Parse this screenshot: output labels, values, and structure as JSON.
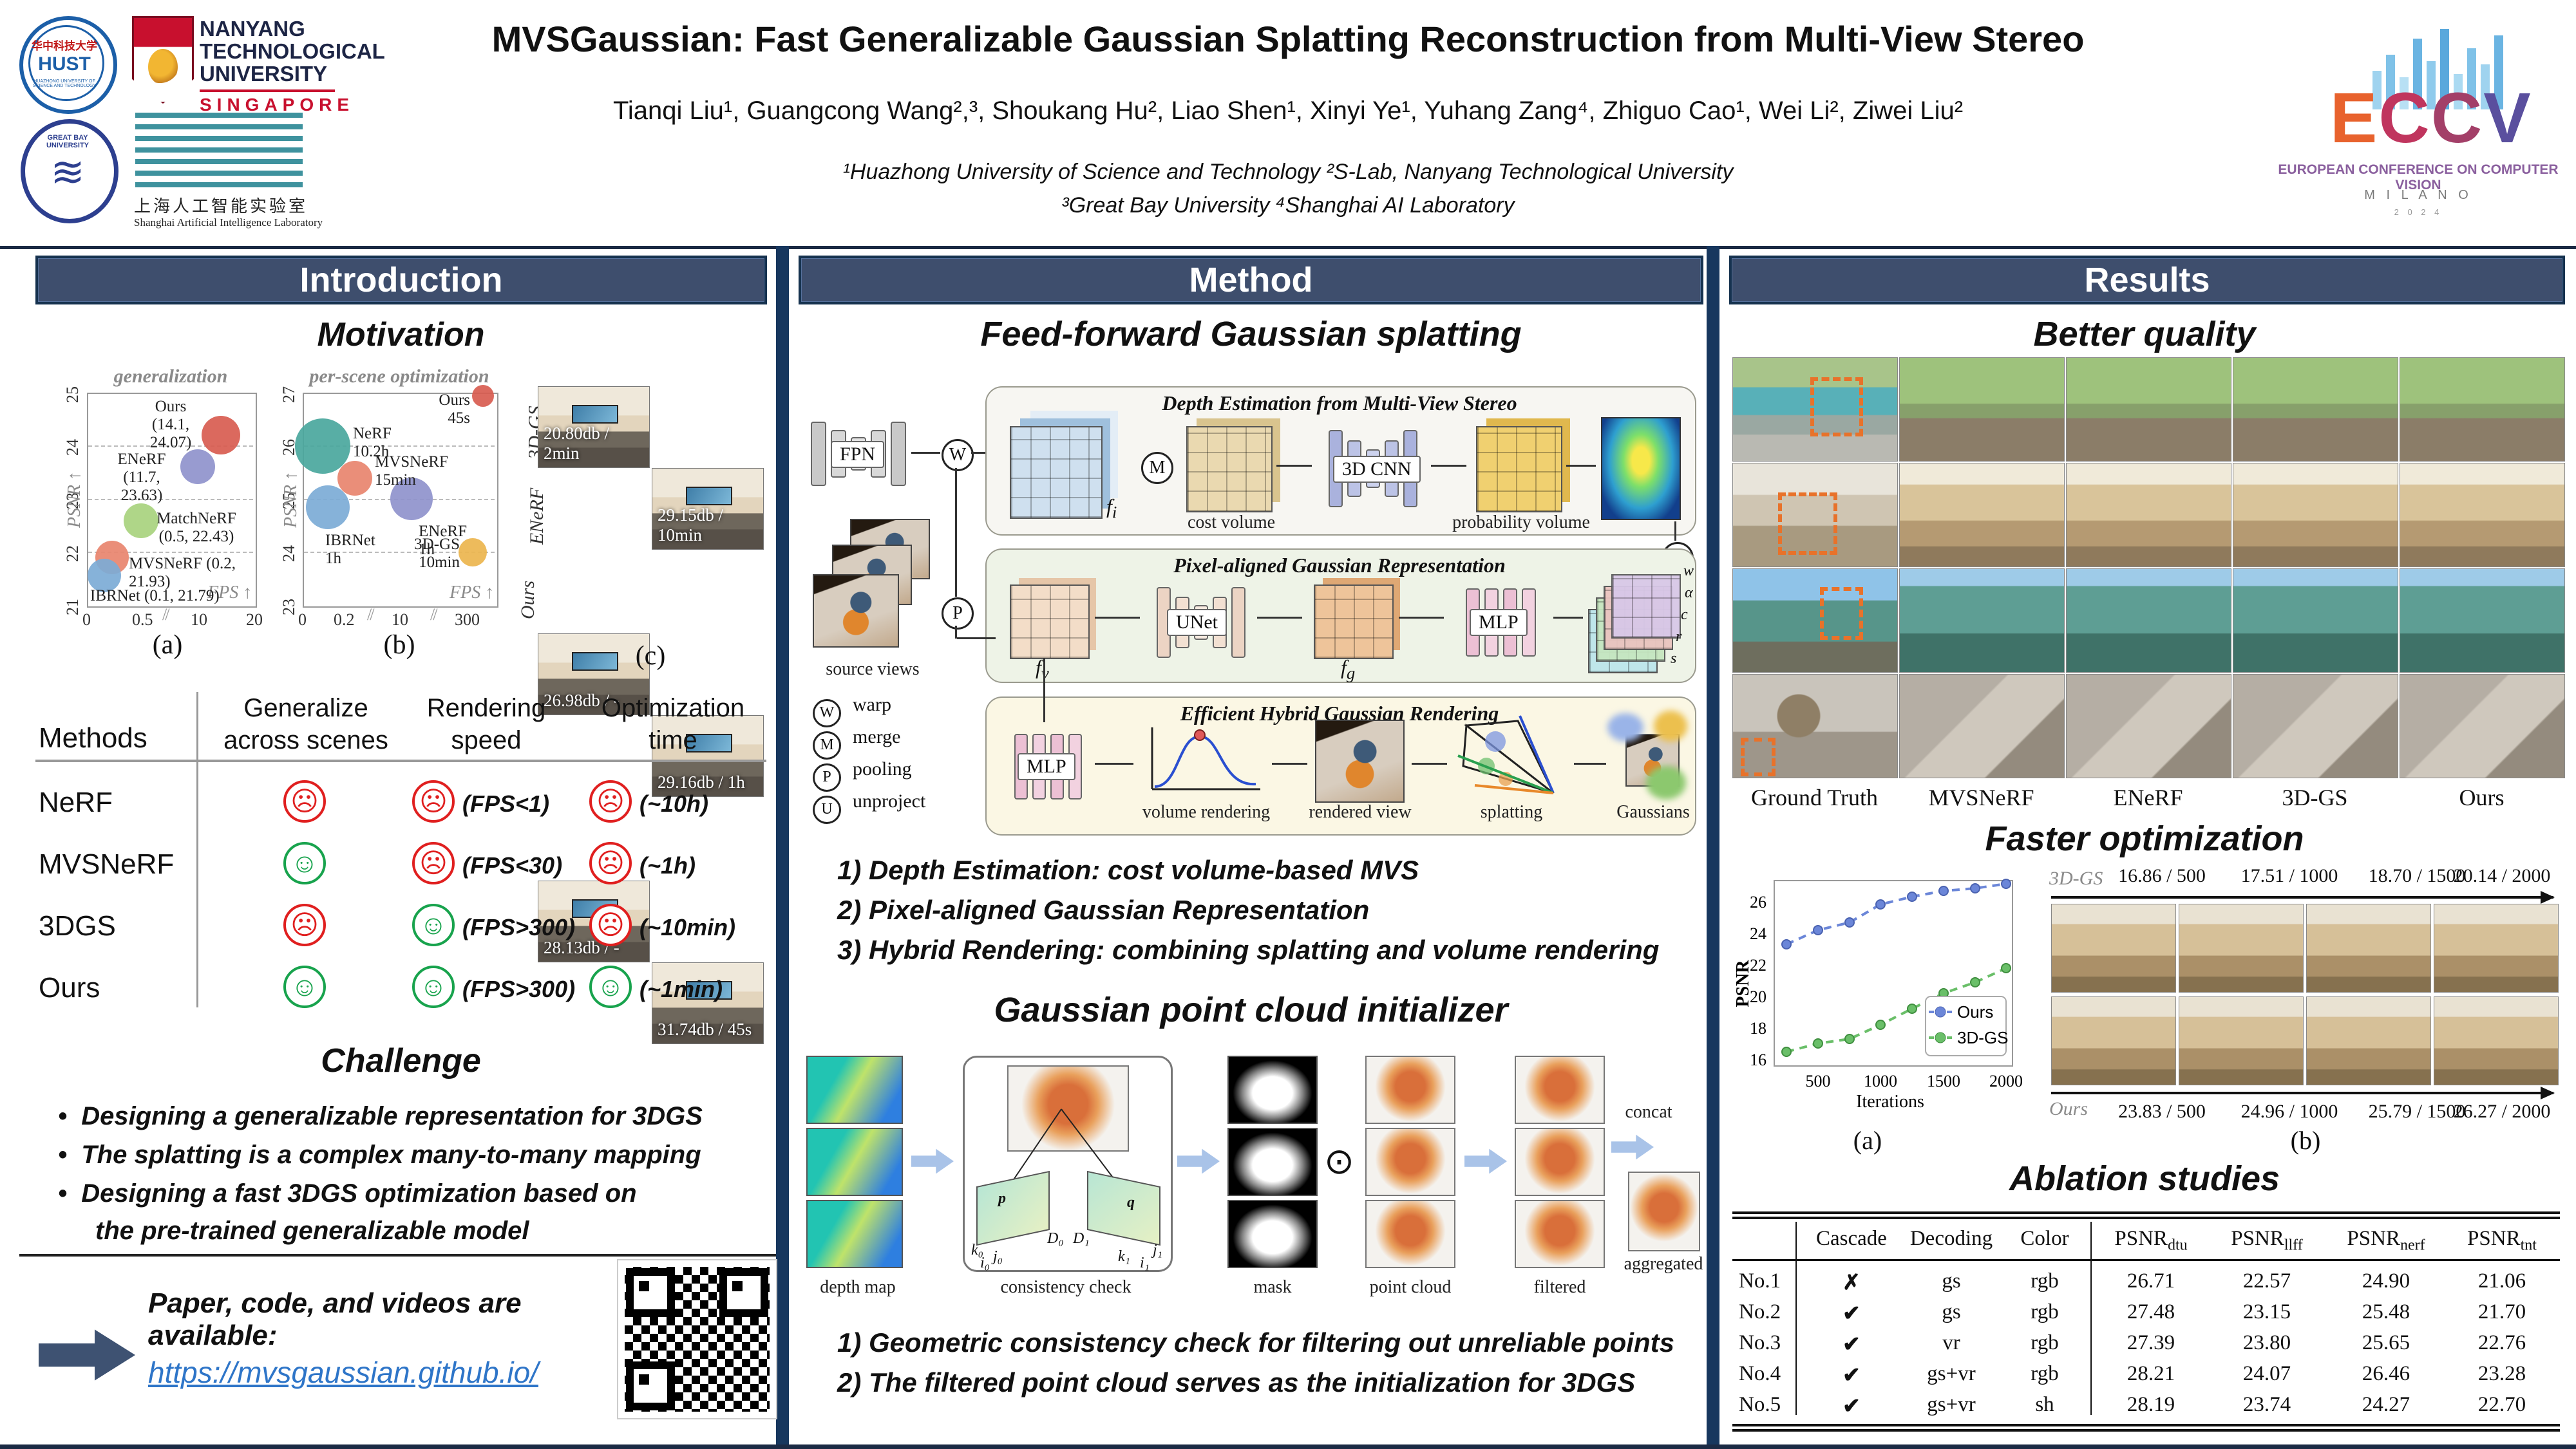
{
  "header": {
    "title": "MVSGaussian: Fast Generalizable Gaussian Splatting Reconstruction from Multi-View Stereo",
    "authors": "Tianqi Liu¹, Guangcong Wang²,³, Shoukang Hu², Liao Shen¹, Xinyi Ye¹, Yuhang Zang⁴, Zhiguo Cao¹, Wei Li², Ziwei Liu²",
    "affiliations_1": "¹Huazhong University of Science and Technology  ²S-Lab, Nanyang Technological University",
    "affiliations_2": "³Great Bay University  ⁴Shanghai AI Laboratory",
    "logos": {
      "hust_cn": "华中科技大学",
      "hust_ring": "HUAZHONG UNIVERSITY OF SCIENCE AND TECHNOLOGY",
      "ntu_1": "NANYANG",
      "ntu_2": "TECHNOLOGICAL",
      "ntu_3": "UNIVERSITY",
      "ntu_sub": "SINGAPORE",
      "gbu_ring": "GREAT BAY UNIVERSITY",
      "sail_cn": "上海人工智能实验室",
      "sail_en": "Shanghai Artificial Intelligence Laboratory",
      "eccv": "ECCV",
      "eccv_sub": "EUROPEAN CONFERENCE ON COMPUTER VISION",
      "eccv_city": "M I L A N O",
      "eccv_year": "2 0 2 4"
    }
  },
  "section_titles": {
    "intro": "Introduction",
    "method": "Method",
    "results": "Results"
  },
  "icons": {
    "sad_face": "☹",
    "happy_face": "☺",
    "dot_product": "⊙",
    "bullet": "•",
    "break": "//"
  },
  "intro": {
    "motivation_title": "Motivation",
    "captions": {
      "a": "(a)",
      "b": "(b)",
      "c": "(c)"
    },
    "panel_c": {
      "row_labels": [
        "3D-GS",
        "ENeRF",
        "Ours"
      ],
      "cells": [
        [
          "20.80db / 2min",
          "29.15db / 10min"
        ],
        [
          "26.98db / -",
          "29.16db / 1h"
        ],
        [
          "28.13db / -",
          "31.74db / 45s"
        ]
      ]
    },
    "table": {
      "col_methods": "Methods",
      "col2a": "Generalize",
      "col2b": "across scenes",
      "col3a": "Rendering",
      "col3b": "speed",
      "col4a": "Optimization",
      "col4b": "time",
      "rows": [
        {
          "method": "NeRF",
          "speed_note": "(FPS<1)",
          "opt_note": "(~10h)"
        },
        {
          "method": "MVSNeRF",
          "speed_note": "(FPS<30)",
          "opt_note": "(~1h)"
        },
        {
          "method": "3DGS",
          "speed_note": "(FPS>300)",
          "opt_note": "(~10min)"
        },
        {
          "method": "Ours",
          "speed_note": "(FPS>300)",
          "opt_note": "(~1min)"
        }
      ]
    },
    "challenge_title": "Challenge",
    "challenge_bullets": [
      "Designing a generalizable representation for 3DGS",
      "The splatting is a complex many-to-many mapping",
      "Designing a fast 3DGS optimization based on"
    ],
    "challenge_cont": "the pre-trained generalizable model",
    "footer": {
      "text": "Paper, code, and videos are available:",
      "link": "https://mvsgaussian.github.io/"
    }
  },
  "method": {
    "ff_title": "Feed-forward Gaussian splatting",
    "fpn": "FPN",
    "source_views": "source views",
    "legend": [
      {
        "sym": "W",
        "label": "warp"
      },
      {
        "sym": "M",
        "label": "merge"
      },
      {
        "sym": "P",
        "label": "pooling"
      },
      {
        "sym": "U",
        "label": "unproject"
      }
    ],
    "ops": {
      "w": "W",
      "m": "M",
      "p": "P",
      "u": "U"
    },
    "box1": {
      "title": "Depth Estimation from Multi-View Stereo",
      "fi": "f",
      "fi_sub": "i",
      "cost": "cost volume",
      "cnn": "3D CNN",
      "prob": "probability volume"
    },
    "box2": {
      "title": "Pixel-aligned Gaussian Representation",
      "fv": "f",
      "fv_sub": "v",
      "unet": "UNet",
      "fg": "f",
      "fg_sub": "g",
      "mlp": "MLP",
      "out_labels": [
        "w",
        "α",
        "c",
        "r",
        "s"
      ]
    },
    "box3": {
      "title": "Efficient Hybrid Gaussian Rendering",
      "mlp": "MLP",
      "vr": "volume rendering",
      "rv": "rendered view",
      "sp": "splatting",
      "ga": "Gaussians"
    },
    "steps": [
      "1) Depth Estimation: cost volume-based MVS",
      "2) Pixel-aligned Gaussian Representation",
      "3) Hybrid Rendering: combining splatting and volume rendering"
    ],
    "init_title": "Gaussian point cloud initializer",
    "flow_labels": [
      "depth map",
      "consistency check",
      "mask",
      "point cloud",
      "filtered"
    ],
    "concat": "concat",
    "aggregated": "aggregated",
    "cc": {
      "p": "p",
      "q": "q",
      "d0": "D₀",
      "d1": "D₁",
      "k0": "k₀",
      "j0": "j₀",
      "i0": "i₀",
      "k1": "k₁",
      "j1": "j₁",
      "i1": "i₁"
    },
    "init_steps": [
      "1) Geometric consistency check for filtering out unreliable points",
      "2) The filtered point cloud serves as the initialization for 3DGS"
    ]
  },
  "results": {
    "better_title": "Better quality",
    "better_labels": [
      "Ground Truth",
      "MVSNeRF",
      "ENeRF",
      "3D-GS",
      "Ours"
    ],
    "faster_title": "Faster optimization",
    "faster": {
      "top_label": "3D-GS",
      "top_values": [
        "16.86 / 500",
        "17.51 / 1000",
        "18.70 / 1500",
        "20.14 / 2000"
      ],
      "bottom_label": "Ours",
      "bottom_values": [
        "23.83 / 500",
        "24.96 / 1000",
        "25.79 / 1500",
        "26.27 / 2000"
      ],
      "legend_ours": "Ours",
      "legend_3dgs": "3D-GS",
      "ylabel": "PSNR",
      "xlabel": "Iterations",
      "yticks": [
        "26",
        "24",
        "22",
        "20",
        "18",
        "16"
      ],
      "xticks": [
        "500",
        "1000",
        "1500",
        "2000"
      ],
      "cap_a": "(a)",
      "cap_b": "(b)"
    },
    "ablation_title": "Ablation studies",
    "ablation": {
      "headers": [
        "Cascade",
        "Decoding",
        "Color"
      ],
      "psnr": "PSNR",
      "subs": [
        "dtu",
        "llff",
        "nerf",
        "tnt"
      ],
      "rows": [
        [
          "No.1",
          "✗",
          "gs",
          "rgb",
          "26.71",
          "22.57",
          "24.90",
          "21.06"
        ],
        [
          "No.2",
          "✔",
          "gs",
          "rgb",
          "27.48",
          "23.15",
          "25.48",
          "21.70"
        ],
        [
          "No.3",
          "✔",
          "vr",
          "rgb",
          "27.39",
          "23.80",
          "25.65",
          "22.76"
        ],
        [
          "No.4",
          "✔",
          "gs+vr",
          "rgb",
          "28.21",
          "24.07",
          "26.46",
          "23.28"
        ],
        [
          "No.5",
          "✔",
          "gs+vr",
          "sh",
          "28.19",
          "23.74",
          "24.27",
          "22.70"
        ]
      ]
    }
  },
  "chart_data": [
    {
      "type": "scatter",
      "title": "generalization",
      "xlabel": "FPS ↑",
      "ylabel": "PSNR ↑",
      "ylim": [
        21,
        25
      ],
      "yticks": [
        "25",
        "24",
        "23",
        "22",
        "21"
      ],
      "xticks": [
        "0",
        "0.5",
        "10",
        "20"
      ],
      "points": [
        {
          "name": "Ours",
          "fps": 14.1,
          "psnr": 24.07,
          "label": "(14.1, 24.07)",
          "color": "#d85c50"
        },
        {
          "name": "ENeRF",
          "fps": 11.7,
          "psnr": 23.63,
          "label": "(11.7, 23.63)",
          "color": "#8f92cc"
        },
        {
          "name": "MatchNeRF",
          "fps": 0.5,
          "psnr": 22.43,
          "label": "(0.5, 22.43)",
          "color": "#a8d37e"
        },
        {
          "name": "MVSNeRF",
          "fps": 0.2,
          "psnr": 21.93,
          "label": "(0.2, 21.93)",
          "color": "#e8846e"
        },
        {
          "name": "IBRNet",
          "fps": 0.1,
          "psnr": 21.79,
          "label": "(0.1, 21.79)",
          "color": "#7cabd6"
        }
      ]
    },
    {
      "type": "scatter",
      "title": "per-scene optimization",
      "xlabel": "FPS ↑",
      "ylabel": "PSNR ↑",
      "ylim": [
        23,
        27
      ],
      "yticks": [
        "27",
        "26",
        "25",
        "24",
        "23"
      ],
      "xticks": [
        "0",
        "0.2",
        "10",
        "300"
      ],
      "points": [
        {
          "name": "Ours",
          "time": "45s",
          "psnr": 27.0,
          "color": "#d85c50"
        },
        {
          "name": "NeRF",
          "time": "10.2h",
          "psnr": 26.0,
          "color": "#4aa79d"
        },
        {
          "name": "MVSNeRF",
          "time": "15min",
          "psnr": 25.4,
          "color": "#e8846e"
        },
        {
          "name": "IBRNet",
          "time": "1h",
          "psnr": 24.85,
          "color": "#7cabd6"
        },
        {
          "name": "ENeRF",
          "time": "1h",
          "psnr": 25.0,
          "color": "#8f92cc"
        },
        {
          "name": "3D-GS",
          "time": "10min",
          "psnr": 24.0,
          "color": "#ecb54e"
        }
      ]
    },
    {
      "type": "line",
      "title": "",
      "xlabel": "Iterations",
      "ylabel": "PSNR",
      "x": [
        250,
        500,
        750,
        1000,
        1250,
        1500,
        1750,
        2000
      ],
      "ylim": [
        15.5,
        27.5
      ],
      "series": [
        {
          "name": "Ours",
          "color": "#6b86d8",
          "values": [
            23.3,
            24.2,
            24.7,
            25.5,
            26.0,
            26.4,
            26.6,
            26.9
          ]
        },
        {
          "name": "3D-GS",
          "color": "#6abf69",
          "values": [
            16.5,
            17.0,
            17.3,
            18.2,
            19.2,
            20.2,
            20.9,
            21.8
          ]
        }
      ]
    }
  ]
}
